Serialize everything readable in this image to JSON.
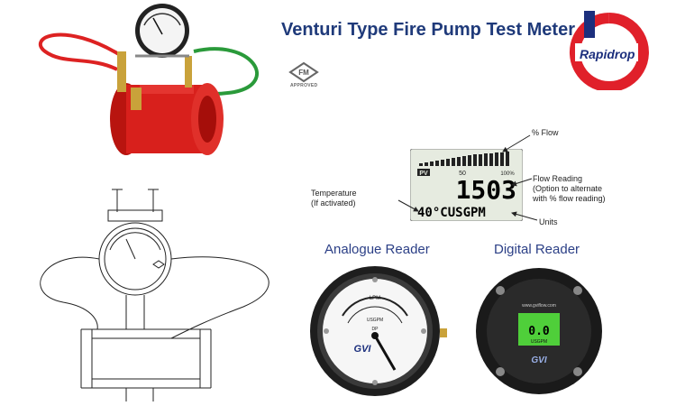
{
  "header": {
    "title": "Venturi Type Fire Pump Test Meter"
  },
  "logo": {
    "text": "Rapidrop"
  },
  "certification": {
    "fm_label": "FM",
    "approved_label": "APPROVED"
  },
  "lcd_display": {
    "scale_mid": "50",
    "scale_max": "100%",
    "flow_value": "1503",
    "bottom_line": "40°CUSGPM",
    "mode_badge": "PV"
  },
  "annotations": {
    "percent_flow": "% Flow",
    "flow_reading": [
      "Flow Reading",
      "(Option to alternate",
      "with %  flow reading)"
    ],
    "units": "Units",
    "temperature": [
      "Temperature",
      "(If activated)"
    ]
  },
  "readers": {
    "analogue_title": "Analogue Reader",
    "digital_title": "Digital Reader",
    "analogue_face": {
      "top_unit": "LPM",
      "mid_unit": "USGPM",
      "dp_label": "DP",
      "brand": "GVI"
    },
    "digital_face": {
      "url": "www.gviflow.com",
      "value": "0.0",
      "unit": "USGPM",
      "brand": "GVI"
    }
  },
  "colors": {
    "title_blue": "#1f3a7a",
    "logo_red": "#e0202a",
    "pipe_red": "#d8201c",
    "lcd_green": "#4fcf3a"
  }
}
